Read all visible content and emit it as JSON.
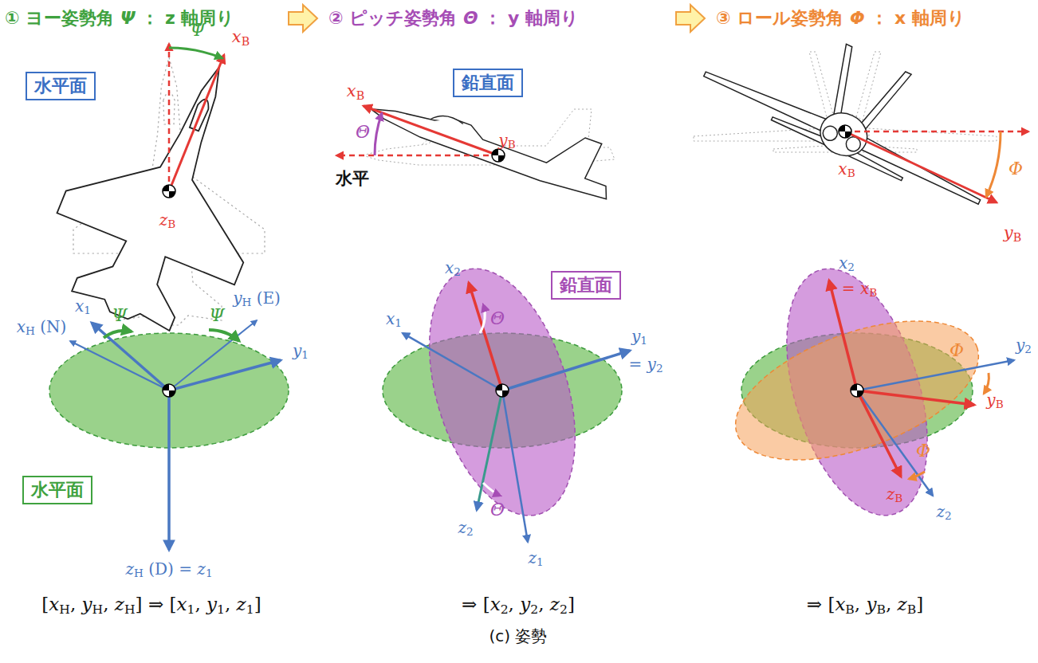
{
  "diagram": {
    "caption": "(c) 姿勢",
    "nodes": [
      {
        "text": [
          "水平面"
        ]
      },
      {
        "text": [
          "鉛直面"
        ]
      },
      {
        "text": [
          "鉛直面"
        ]
      },
      {
        "text": [
          "水平面"
        ]
      }
    ],
    "labels": [
      "① ヨー姿勢角 Ψ ： z 軸周り",
      "② ピッチ姿勢角 Θ ： y 軸周り",
      "③ ロール姿勢角 Φ ： x 軸周り",
      "Ψ",
      "xB",
      "zB",
      "xB",
      "Θ",
      "yB",
      "水平",
      "xB",
      "Φ",
      "yB",
      "xH (N)",
      "x1",
      "Ψ",
      "yH (E)",
      "Ψ",
      "y1",
      "zH (D) = z1",
      "x2",
      "x1",
      "Θ",
      "y1",
      "= y2",
      "z2",
      "Θ",
      "z1",
      "x2",
      "= xB",
      "y2",
      "Φ",
      "yB",
      "Φ",
      "zB",
      "z2",
      "[xH, yH, zH] ⇒ [x1, y1, z1]",
      "⇒ [x2, y2, z2]",
      "⇒ [xB, yB, zB]"
    ]
  }
}
